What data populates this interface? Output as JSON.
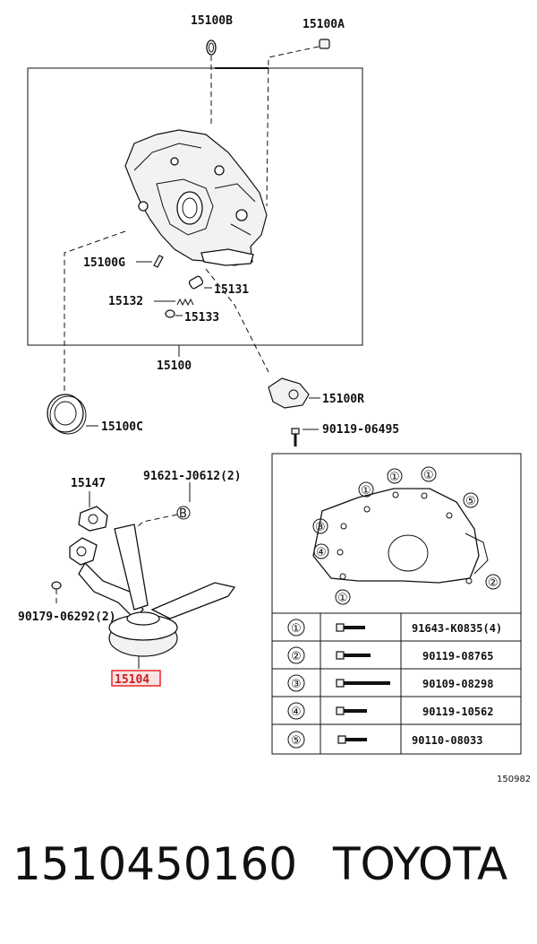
{
  "labels": {
    "p15100B": "15100B",
    "p15100A": "15100A",
    "p15100G": "15100G",
    "p15131": "15131",
    "p15132": "15132",
    "p15133": "15133",
    "p15100": "15100",
    "p15100R": "15100R",
    "p15100C": "15100C",
    "p90119_06495": "90119-06495",
    "p15147": "15147",
    "p91621": "91621-J0612(2)",
    "p90179": "90179-06292(2)",
    "p15104": "15104",
    "markerB": "B",
    "figure_code": "150982"
  },
  "highlight_color": "#e8262a",
  "bolt_table": [
    {
      "index": "①",
      "part": "91643-K0835(4)"
    },
    {
      "index": "②",
      "part": "90119-08765"
    },
    {
      "index": "③",
      "part": "90109-08298"
    },
    {
      "index": "④",
      "part": "90119-10562"
    },
    {
      "index": "⑤",
      "part": "90110-08033"
    }
  ],
  "inset_markers": [
    "①",
    "①",
    "①",
    "①",
    "②",
    "③",
    "④",
    "⑤"
  ],
  "footer": {
    "part_number": "1510450160",
    "brand": "TOYOTA"
  }
}
